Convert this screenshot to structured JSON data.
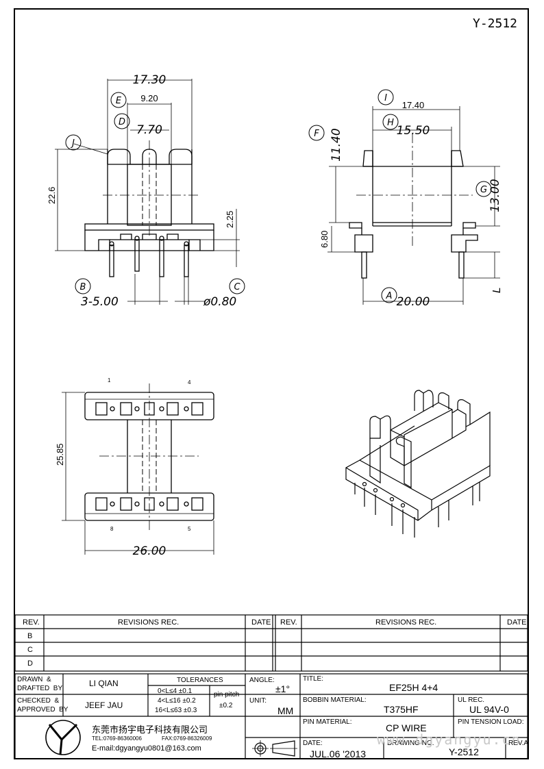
{
  "drawing_number_top": "Y-2512",
  "dims": {
    "d1730": "17.30",
    "d920": "9.20",
    "d770": "7.70",
    "d226": "22.6",
    "d225": "2.25",
    "d500": "3-5.00",
    "d080": "ø0.80",
    "d1740": "17.40",
    "d1550": "15.50",
    "d1140": "11.40",
    "d1300": "13.00",
    "d680": "6.80",
    "d2000": "20.00",
    "dL": "L",
    "d2585": "25.85",
    "d2600": "26.00"
  },
  "callouts": [
    "E",
    "D",
    "J",
    "B",
    "C",
    "I",
    "H",
    "F",
    "G",
    "A"
  ],
  "pins": {
    "p1": "1",
    "p4": "4",
    "p8": "8",
    "p5": "5"
  },
  "revisions": {
    "left_header": {
      "rev": "REV.",
      "revisions": "REVISIONS   REC.",
      "date": "DATE"
    },
    "right_header": {
      "rev": "REV.",
      "revisions": "REVISIONS   REC.",
      "date": "DATE"
    },
    "rows": [
      "B",
      "C",
      "D"
    ]
  },
  "title_block": {
    "drawn_label": "DRAWN  &\nDRAFTED  BY",
    "drawn_value": "LI QIAN",
    "checked_label": "CHECKED  &\nAPPROVED  BY",
    "checked_value": "JEEF JAU",
    "tolerances_label": "TOLERANCES",
    "tol_rows": [
      "0<L≤4    ±0.1",
      "4<L≤16  ±0.2",
      "16<L≤63  ±0.3"
    ],
    "pin_pitch_label": "pin  pitch",
    "pin_pitch_value": "±0.2",
    "angle_label": "ANGLE:",
    "angle_value": "±1°",
    "unit_label": "UNIT:",
    "unit_value": "MM",
    "title_label": "TITLE:",
    "title_value": "EF25H  4+4",
    "bobbin_label": "BOBBIN MATERIAL:",
    "bobbin_value": "T375HF",
    "ul_label": "UL  REC.",
    "ul_value": "UL  94V-0",
    "pin_material_label": "PIN MATERIAL:",
    "pin_material_value": "CP  WIRE",
    "pin_tension_label": "PIN TENSION LOAD:",
    "date_label": "DATE:",
    "date_value": "JUL.06  '2013",
    "drawing_no_label": "DRAWING  NO.",
    "drawing_no_value": "Y-2512",
    "rev_a_label": "REV.A",
    "company_name": "东莞市扬宇电子科技有限公司",
    "tel": "TEL:0769-86360006",
    "fax": "FAX:0769-86326009",
    "email": "E-mail:dgyangyu0801@163.com",
    "watermark": "www.dgyangyu.cn"
  }
}
